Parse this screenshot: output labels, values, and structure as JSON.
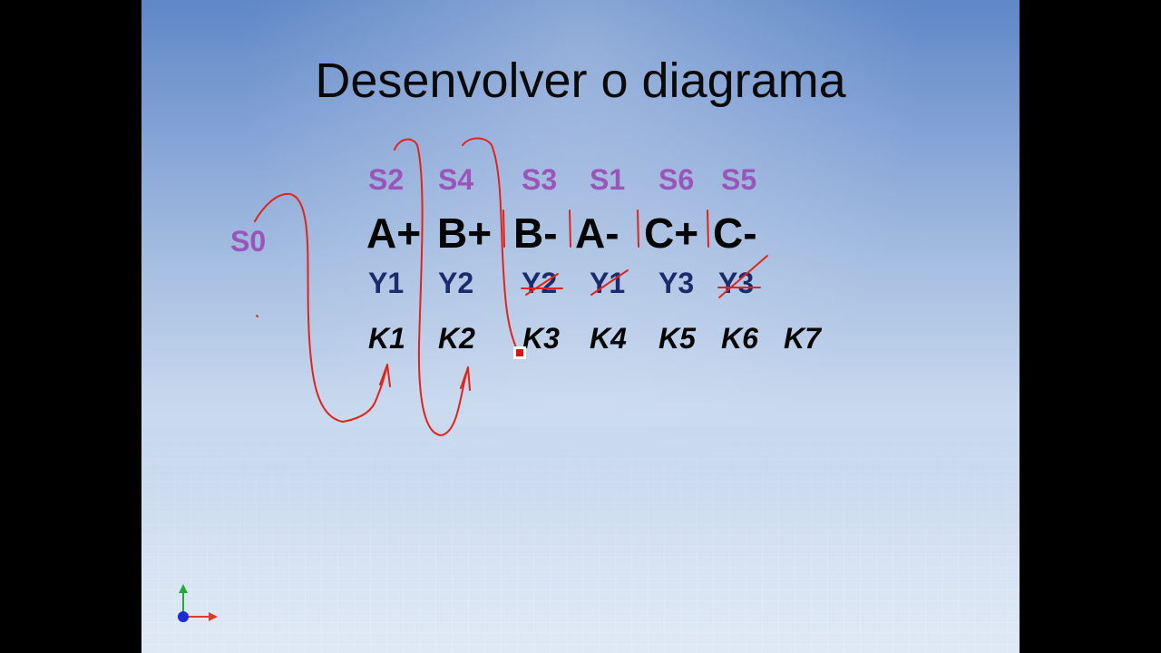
{
  "title": "Desenvolver o diagrama",
  "s0": "S0",
  "steps": [
    {
      "s": "S2",
      "action": "A+",
      "y": "Y1",
      "y_crossed": false
    },
    {
      "s": "S4",
      "action": "B+",
      "y": "Y2",
      "y_crossed": false
    },
    {
      "s": "S3",
      "action": "B-",
      "y": "Y2",
      "y_crossed": true
    },
    {
      "s": "S1",
      "action": "A-",
      "y": "Y1",
      "y_crossed": true
    },
    {
      "s": "S6",
      "action": "C+",
      "y": "Y3",
      "y_crossed": false
    },
    {
      "s": "S5",
      "action": "C-",
      "y": "Y3",
      "y_crossed": true
    }
  ],
  "k_labels": [
    "K1",
    "K2",
    "K3",
    "K4",
    "K5",
    "K6",
    "K7"
  ],
  "colors": {
    "s_label": "#9a55b8",
    "y_label": "#1d2a6b",
    "annotation": "#e0241b",
    "cursor": "#d81414"
  },
  "icons": {
    "axes": "xyz-axes-icon"
  }
}
